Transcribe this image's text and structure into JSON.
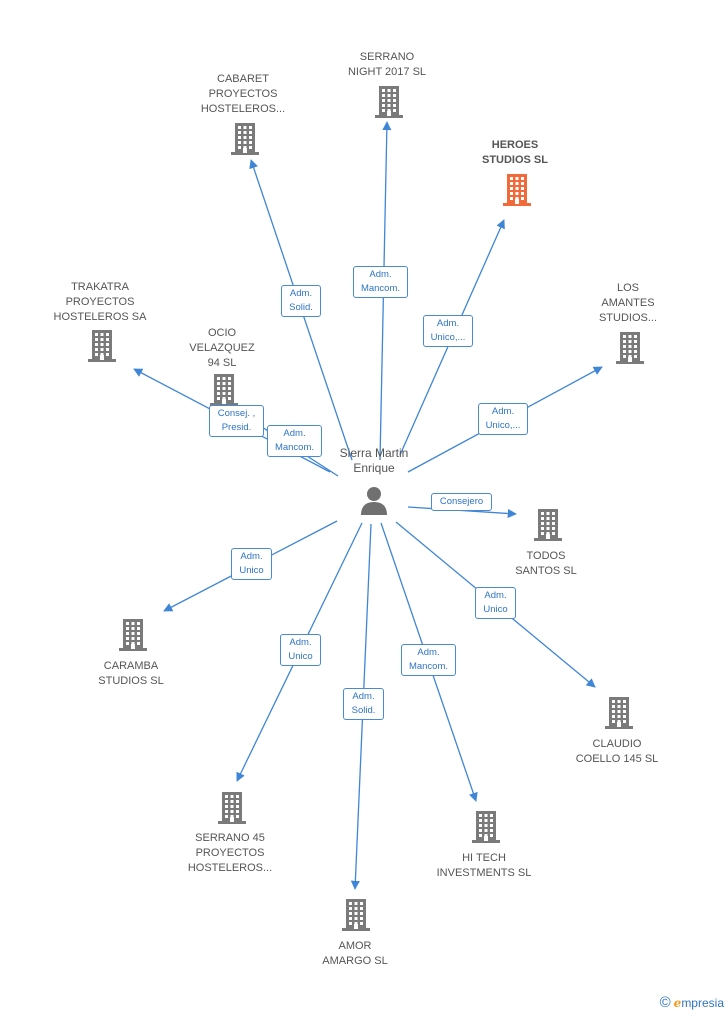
{
  "center": {
    "id": "person",
    "label": "Sierra Martin\nEnrique"
  },
  "colors": {
    "edge": "#3f86d6",
    "building": "#7a7a7a",
    "highlight": "#f06a3a",
    "person": "#707070"
  },
  "nodes": [
    {
      "id": "serrano-night",
      "label": "SERRANO\nNIGHT 2017  SL",
      "highlight": false
    },
    {
      "id": "cabaret",
      "label": "CABARET\nPROYECTOS\nHOSTELEROS...",
      "highlight": false
    },
    {
      "id": "heroes",
      "label": "HEROES\nSTUDIOS  SL",
      "highlight": true
    },
    {
      "id": "trakatra",
      "label": "TRAKATRA\nPROYECTOS\nHOSTELEROS SA",
      "highlight": false
    },
    {
      "id": "ocio",
      "label": "OCIO\nVELAZQUEZ\n94  SL",
      "highlight": false
    },
    {
      "id": "los-amantes",
      "label": "LOS\nAMANTES\nSTUDIOS...",
      "highlight": false
    },
    {
      "id": "todos-santos",
      "label": "TODOS\nSANTOS  SL",
      "highlight": false
    },
    {
      "id": "caramba",
      "label": "CARAMBA\nSTUDIOS  SL",
      "highlight": false
    },
    {
      "id": "claudio",
      "label": "CLAUDIO\nCOELLO 145 SL",
      "highlight": false
    },
    {
      "id": "serrano-45",
      "label": "SERRANO 45\nPROYECTOS\nHOSTELEROS...",
      "highlight": false
    },
    {
      "id": "hi-tech",
      "label": "HI TECH\nINVESTMENTS SL",
      "highlight": false
    },
    {
      "id": "amor-amargo",
      "label": "AMOR\nAMARGO  SL",
      "highlight": false
    }
  ],
  "relations": [
    {
      "target": "serrano-night",
      "label": "Adm.\nMancom."
    },
    {
      "target": "cabaret",
      "label": "Adm.\nSolid."
    },
    {
      "target": "heroes",
      "label": "Adm.\nUnico,..."
    },
    {
      "target": "trakatra",
      "label": "Consej. ,\nPresid."
    },
    {
      "target": "ocio",
      "label": "Adm.\nMancom."
    },
    {
      "target": "los-amantes",
      "label": "Adm.\nUnico,..."
    },
    {
      "target": "todos-santos",
      "label": "Consejero"
    },
    {
      "target": "caramba",
      "label": "Adm.\nUnico"
    },
    {
      "target": "claudio",
      "label": "Adm.\nUnico"
    },
    {
      "target": "serrano-45",
      "label": "Adm.\nUnico"
    },
    {
      "target": "hi-tech",
      "label": "Adm.\nMancom."
    },
    {
      "target": "amor-amargo",
      "label": "Adm.\nSolid."
    }
  ],
  "brand": {
    "copyright": "©",
    "initial": "e",
    "name": "mpresia"
  }
}
